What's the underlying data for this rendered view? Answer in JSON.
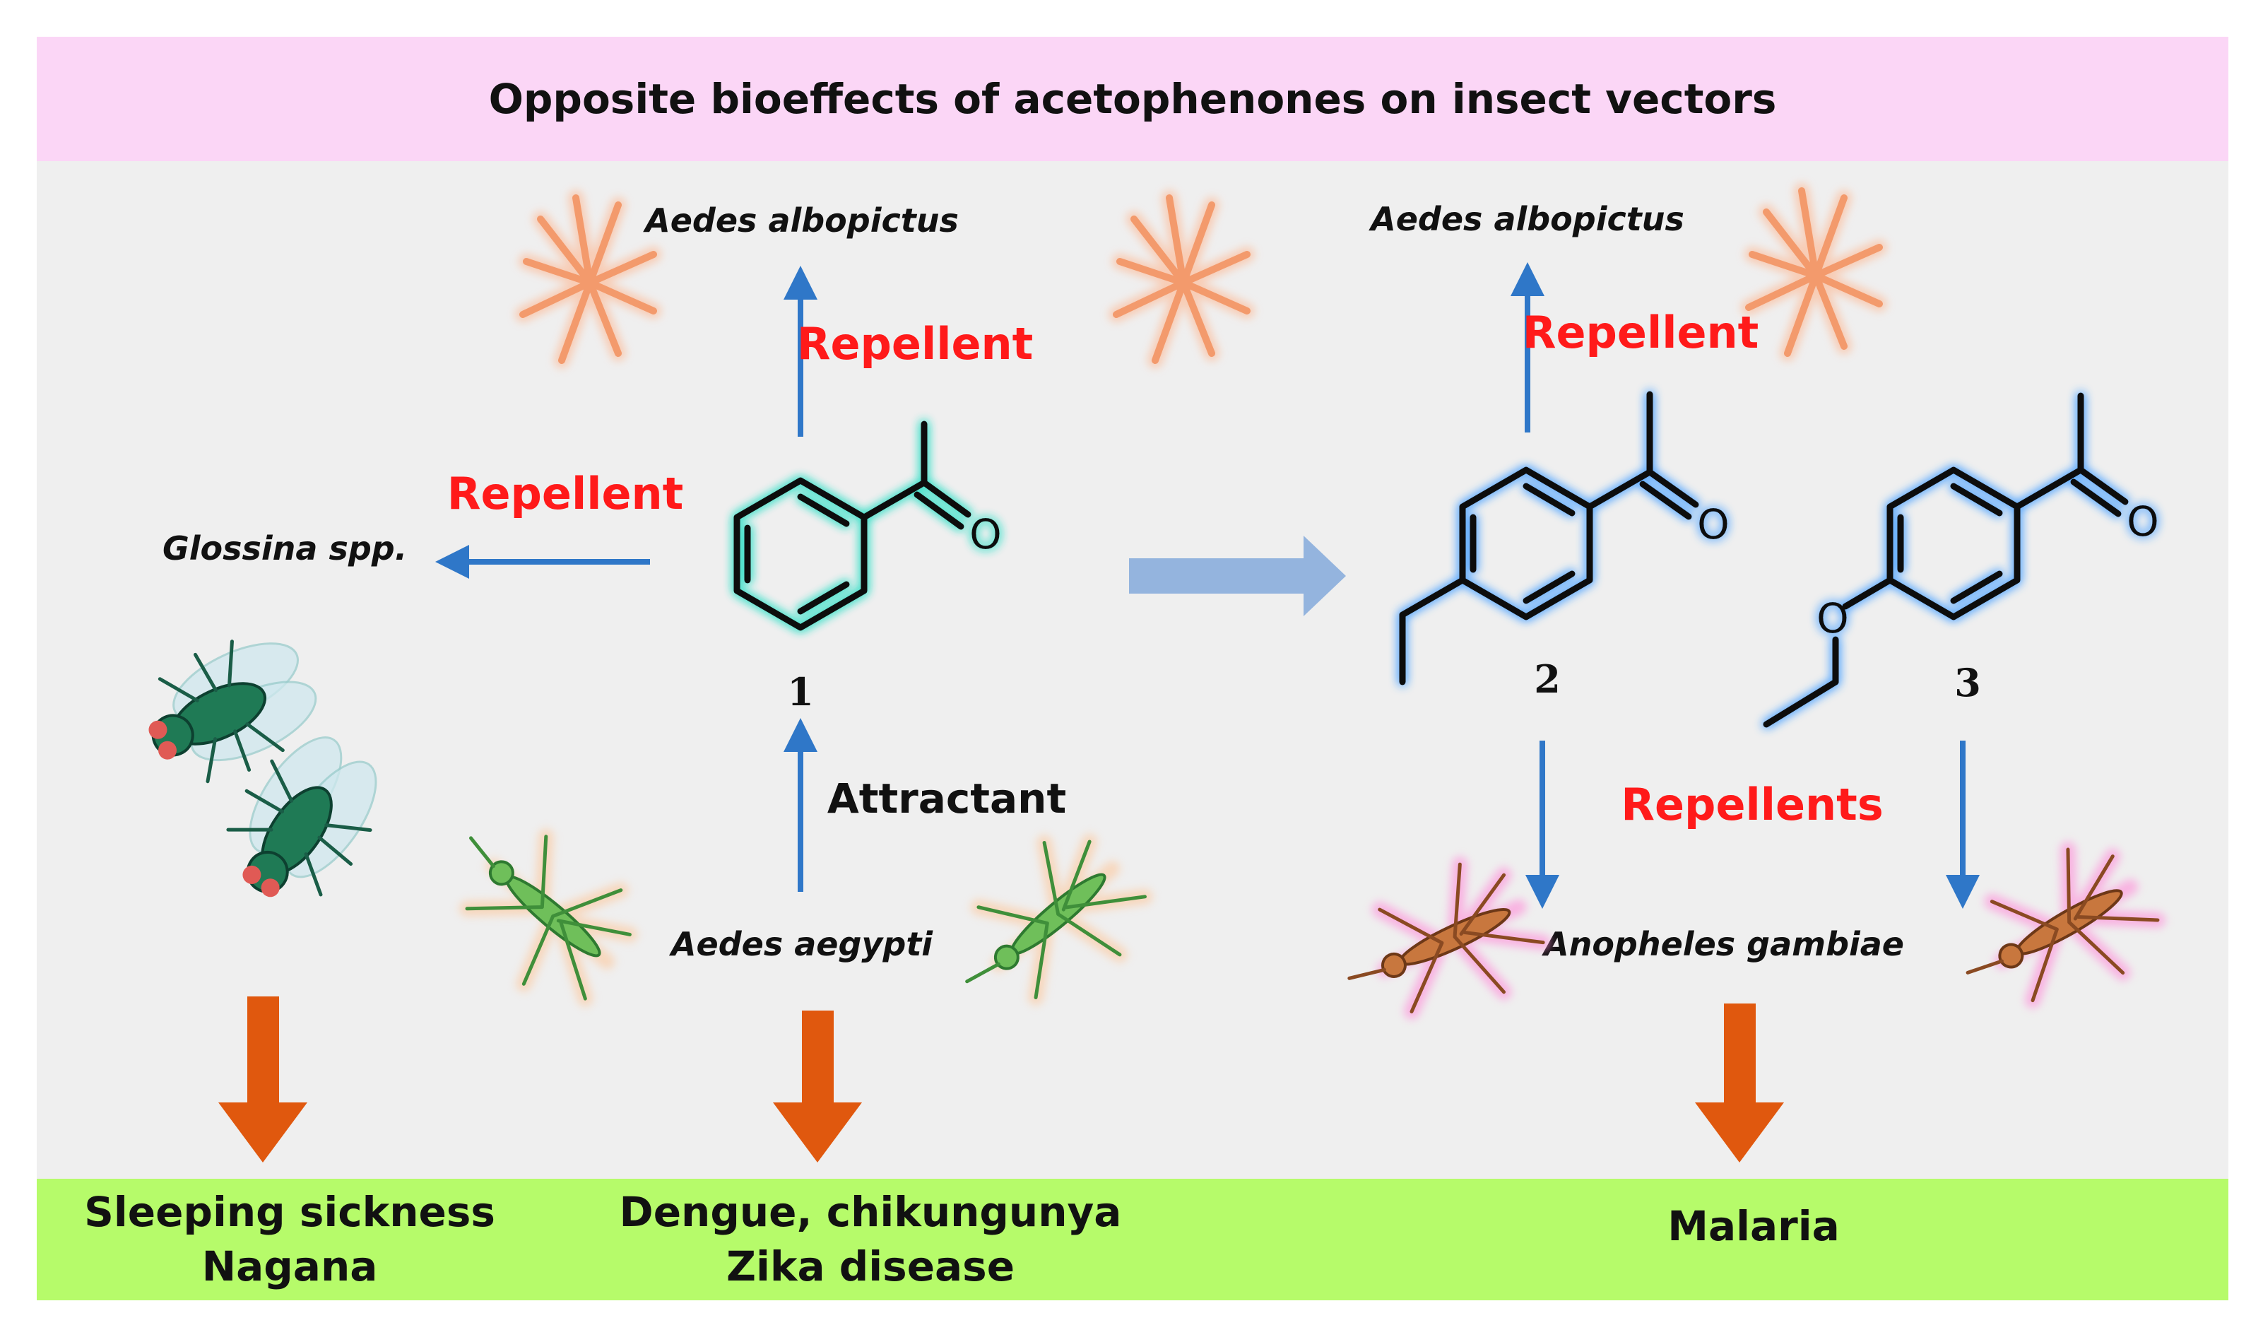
{
  "title": "Opposite bioeffects of acetophenones on insect vectors",
  "colors": {
    "banner": "#fbd6f6",
    "panel": "#efefef",
    "disease_band": "#b6fb6a",
    "blue_arrow": "#2f77c8",
    "wide_arrow": "#94b4de",
    "orange_arrow": "#e0580e",
    "red_text": "#ff1a1a",
    "glow_teal": "#37e0c8",
    "glow_blue": "#58a8ff"
  },
  "species": {
    "aedes_albopictus_left": "Aedes albopictus",
    "aedes_albopictus_right": "Aedes albopictus",
    "glossina": "Glossina spp.",
    "aedes_aegypti": "Aedes aegypti",
    "anopheles": "Anopheles gambiae"
  },
  "effects": {
    "repellent_top_left": "Repellent",
    "repellent_glossina": "Repellent",
    "attractant": "Attractant",
    "repellent_top_right": "Repellent",
    "repellents_anopheles": "Repellents"
  },
  "compounds": {
    "c1": "1",
    "c2": "2",
    "c3": "3",
    "oxygen": "O"
  },
  "diseases": {
    "sleeping_line1": "Sleeping sickness",
    "sleeping_line2": "Nagana",
    "dengue_line1": "Dengue, chikungunya",
    "dengue_line2": "Zika disease",
    "malaria": "Malaria"
  },
  "icons": [
    "larva-icon",
    "fly-icon",
    "mosquito-icon",
    "benzene-ring-icon"
  ]
}
